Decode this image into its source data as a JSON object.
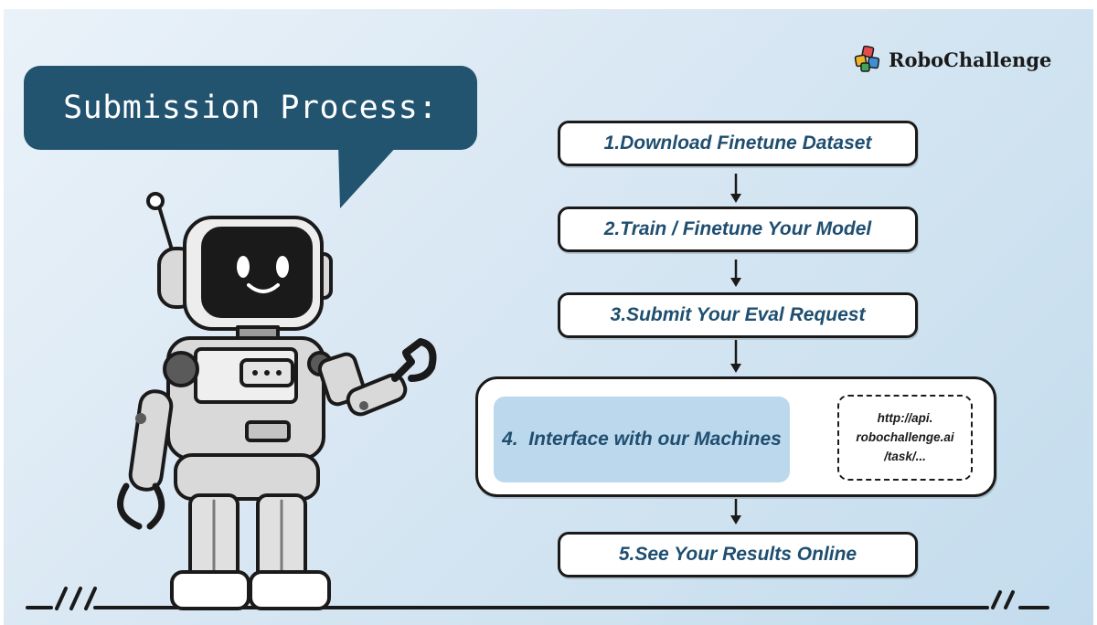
{
  "brand": {
    "name": "RoboChallenge",
    "logo_icon": "puzzle-pieces-icon"
  },
  "bubble": {
    "text": "Submission Process:"
  },
  "steps": [
    {
      "label": "1.Download Finetune Dataset"
    },
    {
      "label": "2.Train / Finetune Your Model"
    },
    {
      "label": "3.Submit Your Eval Request"
    },
    {
      "label": "4.  Interface with our Machines"
    },
    {
      "label": "5.See Your Results Online"
    }
  ],
  "api_endpoint": {
    "lines": [
      "http://api.",
      "robochallenge.ai",
      "/task/..."
    ]
  },
  "colors": {
    "bubble": "#22536f",
    "step_text": "#1f4e70",
    "step4_fill": "#bcd8ec",
    "background": "#d8e7f3"
  }
}
